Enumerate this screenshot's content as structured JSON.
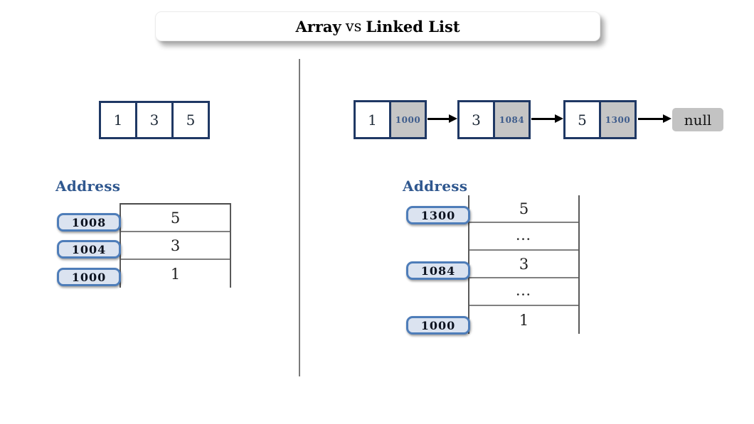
{
  "title": {
    "bold1": "Array",
    "mid": "vs",
    "bold2": "Linked List"
  },
  "colors": {
    "node_border": "#1F3864",
    "gray_cell": "#C5C5C5",
    "pill_fill": "#DBE3F0",
    "pill_border": "#4E7DB9",
    "address_label": "#30588F",
    "node_address_text": "#3E5C8C"
  },
  "array_section": {
    "cells": [
      "1",
      "3",
      "5"
    ],
    "address_label": "Address",
    "memory": {
      "rows": [
        {
          "address": "1008",
          "value": "5"
        },
        {
          "address": "1004",
          "value": "3"
        },
        {
          "address": "1000",
          "value": "1"
        }
      ]
    }
  },
  "linked_list_section": {
    "nodes": [
      {
        "value": "1",
        "address": "1000"
      },
      {
        "value": "3",
        "address": "1084"
      },
      {
        "value": "5",
        "address": "1300"
      }
    ],
    "terminator": "null",
    "address_label": "Address",
    "memory": {
      "rows": [
        {
          "address": "1300",
          "value": "5"
        },
        {
          "address": "",
          "value": "..."
        },
        {
          "address": "1084",
          "value": "3"
        },
        {
          "address": "",
          "value": "..."
        },
        {
          "address": "1000",
          "value": "1"
        }
      ]
    }
  }
}
